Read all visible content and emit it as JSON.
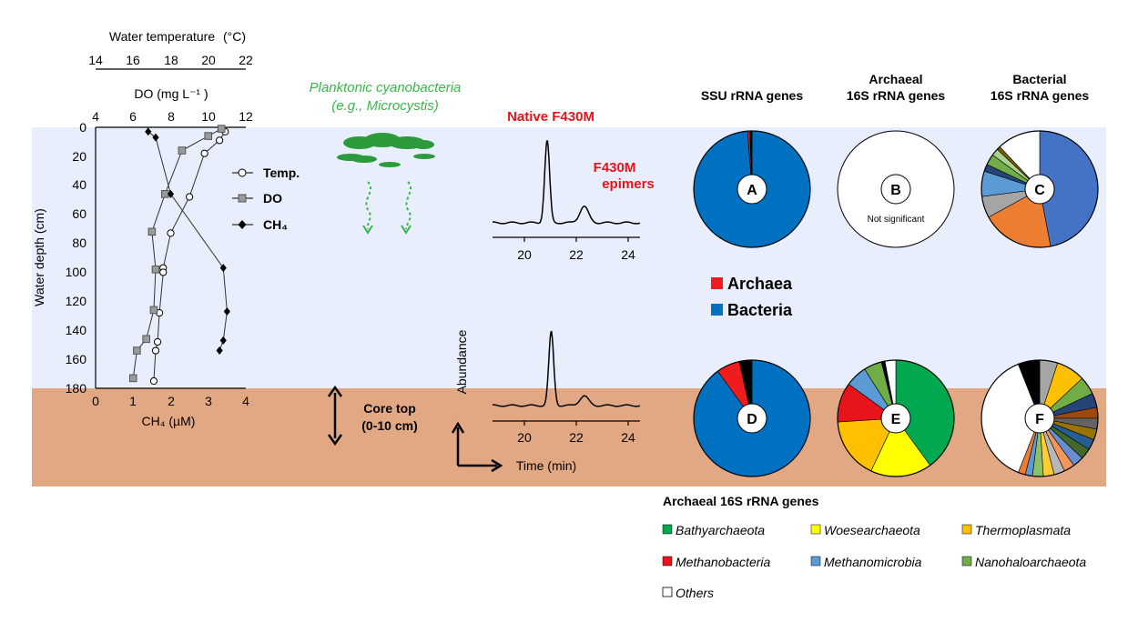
{
  "colors": {
    "water_bg": "#e8eefb",
    "sediment_bg": "#e2a884",
    "cyano_green": "#2d9a3c",
    "cyano_text": "#3ab54a",
    "red_label": "#e8141b",
    "archaea_red": "#ee1c1c",
    "bacteria_blue": "#0070c0"
  },
  "depth_profile": {
    "top_axis_label": "Water temperature",
    "top_axis_unit": "(°C)",
    "top_ticks": [
      "14",
      "16",
      "18",
      "20",
      "22"
    ],
    "mid_axis_label": "DO (mg L⁻¹ )",
    "mid_ticks": [
      "4",
      "6",
      "8",
      "10",
      "12"
    ],
    "bottom_axis_label": "CH₄ (µM)",
    "bottom_ticks": [
      "0",
      "1",
      "2",
      "3",
      "4"
    ],
    "y_label": "Water depth (cm)",
    "y_ticks": [
      "0",
      "20",
      "40",
      "60",
      "80",
      "100",
      "120",
      "140",
      "160",
      "180"
    ],
    "legend": [
      {
        "label": "Temp.",
        "marker": "circle-open"
      },
      {
        "label": "DO",
        "marker": "square-gray"
      },
      {
        "label": "CH₄",
        "marker": "diamond-black"
      }
    ]
  },
  "chart_data": [
    {
      "type": "line",
      "name": "Temp.",
      "x_unit": "°C",
      "y_unit": "cm",
      "points": [
        [
          20.9,
          3
        ],
        [
          20.6,
          9
        ],
        [
          19.8,
          18
        ],
        [
          19.0,
          48
        ],
        [
          18.0,
          73
        ],
        [
          17.6,
          97
        ],
        [
          17.6,
          100
        ],
        [
          17.4,
          128
        ],
        [
          17.3,
          148
        ],
        [
          17.2,
          154
        ],
        [
          17.1,
          175
        ]
      ]
    },
    {
      "type": "line",
      "name": "DO",
      "x_unit": "mg L-1",
      "y_unit": "cm",
      "points": [
        [
          10.7,
          1
        ],
        [
          10.0,
          6
        ],
        [
          8.6,
          16
        ],
        [
          7.7,
          46
        ],
        [
          7.0,
          72
        ],
        [
          7.2,
          98
        ],
        [
          7.1,
          126
        ],
        [
          6.7,
          146
        ],
        [
          6.2,
          154
        ],
        [
          6.0,
          173
        ]
      ]
    },
    {
      "type": "line",
      "name": "CH₄",
      "x_unit": "µM",
      "y_unit": "cm",
      "points": [
        [
          1.4,
          3
        ],
        [
          1.6,
          7
        ],
        [
          2.0,
          46
        ],
        [
          3.4,
          97
        ],
        [
          3.5,
          127
        ],
        [
          3.4,
          147
        ],
        [
          3.3,
          154
        ]
      ]
    },
    {
      "type": "line",
      "name": "Native F430M",
      "xlabel": "Time (min)",
      "xlim": [
        19,
        24.4
      ],
      "x_ticks": [
        "20",
        "22",
        "24"
      ],
      "peaks": [
        {
          "x": 21.0,
          "height": 0.95
        },
        {
          "x": 22.35,
          "height": 0.19
        }
      ]
    },
    {
      "type": "line",
      "xlabel": "Time (min)",
      "xlim": [
        19,
        24.4
      ],
      "x_ticks": [
        "20",
        "22",
        "24"
      ],
      "peaks": [
        {
          "x": 21.15,
          "height": 0.92
        },
        {
          "x": 22.35,
          "height": 0.12
        }
      ]
    },
    {
      "type": "pie",
      "title": "SSU rRNA genes",
      "label": "A",
      "slices": [
        {
          "name": "Bacteria",
          "value": 98.8,
          "color": "#0070c0"
        },
        {
          "name": "Archaea",
          "value": 0.6,
          "color": "#ee1c1c"
        },
        {
          "name": "",
          "value": 0.6,
          "color": "#000000"
        }
      ]
    },
    {
      "type": "pie",
      "title": "Archaeal 16S rRNA genes",
      "label": "B",
      "slices": [
        {
          "name": "",
          "value": 100,
          "color": "#ffffff"
        }
      ]
    },
    {
      "type": "pie",
      "title": "Bacterial 16S rRNA genes",
      "label": "C",
      "slices": [
        {
          "name": "",
          "value": 47,
          "color": "#4472c4"
        },
        {
          "name": "",
          "value": 20,
          "color": "#ed7d31"
        },
        {
          "name": "",
          "value": 6,
          "color": "#a5a5a5"
        },
        {
          "name": "",
          "value": 7,
          "color": "#5b9bd5"
        },
        {
          "name": "",
          "value": 2,
          "color": "#264478"
        },
        {
          "name": "",
          "value": 3,
          "color": "#70ad47"
        },
        {
          "name": "",
          "value": 2,
          "color": "#a9d18e"
        },
        {
          "name": "",
          "value": 1,
          "color": "#7f6000"
        },
        {
          "name": "",
          "value": 12,
          "color": "#ffffff"
        }
      ]
    },
    {
      "type": "pie",
      "label": "D",
      "slices": [
        {
          "name": "Bacteria",
          "value": 90,
          "color": "#0070c0"
        },
        {
          "name": "Archaea",
          "value": 6.5,
          "color": "#ee1c1c"
        },
        {
          "name": "",
          "value": 3.5,
          "color": "#000000"
        }
      ]
    },
    {
      "type": "pie",
      "label": "E",
      "slices": [
        {
          "name": "Bathyarchaeota",
          "value": 40,
          "color": "#00a850"
        },
        {
          "name": "Woesearchaeota",
          "value": 17,
          "color": "#ffff00"
        },
        {
          "name": "Thermoplasmata",
          "value": 17,
          "color": "#ffc000"
        },
        {
          "name": "Methanobacteria",
          "value": 11,
          "color": "#e8141b"
        },
        {
          "name": "Methanomicrobia",
          "value": 6,
          "color": "#5b9bd5"
        },
        {
          "name": "Nanohaloarchaeota",
          "value": 5,
          "color": "#70ad47"
        },
        {
          "name": "",
          "value": 1,
          "color": "#000000"
        },
        {
          "name": "Others",
          "value": 3,
          "color": "#ffffff"
        }
      ]
    },
    {
      "type": "pie",
      "label": "F",
      "slices": [
        {
          "name": "",
          "value": 5,
          "color": "#a5a5a5"
        },
        {
          "name": "",
          "value": 8,
          "color": "#ffc000"
        },
        {
          "name": "",
          "value": 5,
          "color": "#70ad47"
        },
        {
          "name": "",
          "value": 4,
          "color": "#264478"
        },
        {
          "name": "",
          "value": 3,
          "color": "#9e480e"
        },
        {
          "name": "",
          "value": 3,
          "color": "#636363"
        },
        {
          "name": "",
          "value": 3,
          "color": "#997300"
        },
        {
          "name": "",
          "value": 3,
          "color": "#255e91"
        },
        {
          "name": "",
          "value": 3,
          "color": "#43682b"
        },
        {
          "name": "",
          "value": 3,
          "color": "#698ed0"
        },
        {
          "name": "",
          "value": 3,
          "color": "#f1975a"
        },
        {
          "name": "",
          "value": 3,
          "color": "#b7b7b7"
        },
        {
          "name": "",
          "value": 3,
          "color": "#ffcd33"
        },
        {
          "name": "",
          "value": 3,
          "color": "#8cc168"
        },
        {
          "name": "",
          "value": 2,
          "color": "#5b9bd5"
        },
        {
          "name": "",
          "value": 2,
          "color": "#ed7d31"
        },
        {
          "name": "",
          "value": 38,
          "color": "#ffffff"
        },
        {
          "name": "",
          "value": 6,
          "color": "#000000"
        }
      ]
    }
  ],
  "cyano": {
    "line1": "Planktonic cyanobacteria",
    "line2": "(e.g., Microcystis)"
  },
  "chromatogram": {
    "native_label": "Native F430M",
    "epimer_label_1": "F430M",
    "epimer_label_2": "epimers",
    "y_axis_label": "Abundance",
    "x_axis_label": "Time (min)"
  },
  "core_top": {
    "line1": "Core top",
    "line2": "(0-10 cm)"
  },
  "pies": {
    "col_titles": [
      {
        "line1": "SSU rRNA genes",
        "line2": ""
      },
      {
        "line1": "Archaeal",
        "line2": "16S rRNA genes"
      },
      {
        "line1": "Bacterial",
        "line2": "16S rRNA genes"
      }
    ],
    "not_significant": "Not significant",
    "legend": [
      {
        "label": "Archaea",
        "color": "#ee1c1c"
      },
      {
        "label": "Bacteria",
        "color": "#0070c0"
      }
    ]
  },
  "archaeal_legend": {
    "title": "Archaeal 16S rRNA genes",
    "items": [
      {
        "label": "Bathyarchaeota",
        "color": "#00a850"
      },
      {
        "label": "Woesearchaeota",
        "color": "#ffff00"
      },
      {
        "label": "Thermoplasmata",
        "color": "#ffc000"
      },
      {
        "label": "Methanobacteria",
        "color": "#e8141b"
      },
      {
        "label": "Methanomicrobia",
        "color": "#5b9bd5"
      },
      {
        "label": "Nanohaloarchaeota",
        "color": "#70ad47"
      },
      {
        "label": "Others",
        "color": "#ffffff"
      }
    ]
  }
}
